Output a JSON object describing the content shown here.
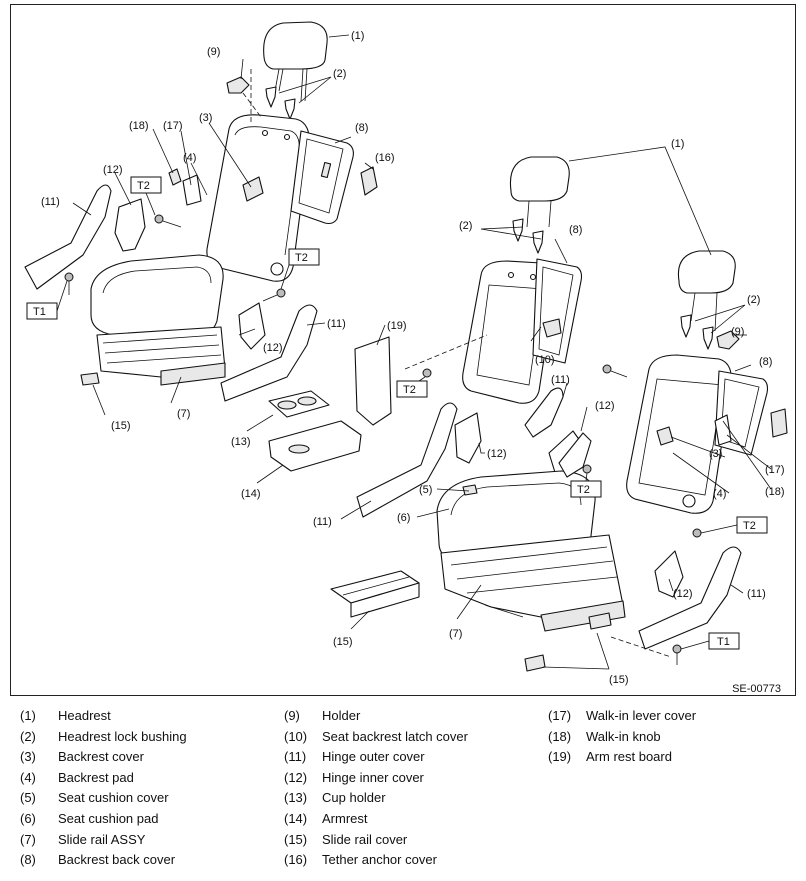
{
  "figure": {
    "code": "SE-00773",
    "callouts": [
      "(1)",
      "(2)",
      "(3)",
      "(4)",
      "(5)",
      "(6)",
      "(7)",
      "(8)",
      "(9)",
      "(10)",
      "(11)",
      "(12)",
      "(13)",
      "(14)",
      "(15)",
      "(16)",
      "(17)",
      "(18)",
      "(19)"
    ],
    "torque_labels": [
      "T1",
      "T2"
    ]
  },
  "legend": [
    [
      {
        "num": "(1)",
        "text": "Headrest"
      },
      {
        "num": "(2)",
        "text": "Headrest lock bushing"
      },
      {
        "num": "(3)",
        "text": "Backrest cover"
      },
      {
        "num": "(4)",
        "text": "Backrest pad"
      },
      {
        "num": "(5)",
        "text": "Seat cushion cover"
      },
      {
        "num": "(6)",
        "text": "Seat cushion pad"
      },
      {
        "num": "(7)",
        "text": "Slide rail ASSY"
      },
      {
        "num": "(8)",
        "text": "Backrest back cover"
      }
    ],
    [
      {
        "num": "(9)",
        "text": "Holder"
      },
      {
        "num": "(10)",
        "text": "Seat backrest latch cover"
      },
      {
        "num": "(11)",
        "text": "Hinge outer cover"
      },
      {
        "num": "(12)",
        "text": "Hinge inner cover"
      },
      {
        "num": "(13)",
        "text": "Cup holder"
      },
      {
        "num": "(14)",
        "text": "Armrest"
      },
      {
        "num": "(15)",
        "text": "Slide rail cover"
      },
      {
        "num": "(16)",
        "text": "Tether anchor cover"
      }
    ],
    [
      {
        "num": "(17)",
        "text": "Walk-in lever cover"
      },
      {
        "num": "(18)",
        "text": "Walk-in knob"
      },
      {
        "num": "(19)",
        "text": "Arm rest board"
      }
    ]
  ]
}
